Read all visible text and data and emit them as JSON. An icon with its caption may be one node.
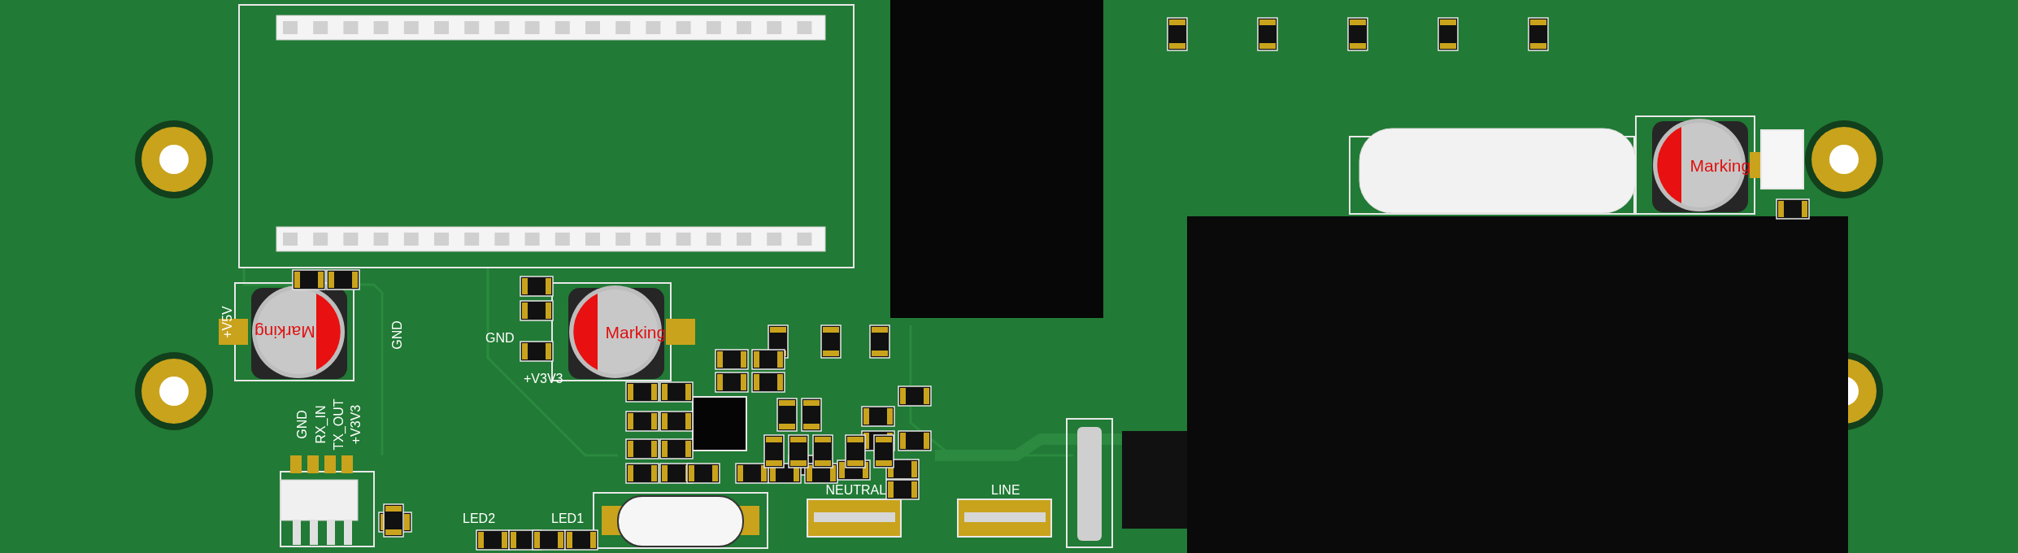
{
  "diagram": {
    "labels": [
      "+V5V",
      "Marking",
      "GND",
      "GND",
      "+V3V3",
      "Marking",
      "Marking",
      "GND",
      "RX_IN",
      "TX_OUT",
      "+V3V3",
      "LED2",
      "LED1",
      "NEUTRAL",
      "LINE"
    ]
  }
}
